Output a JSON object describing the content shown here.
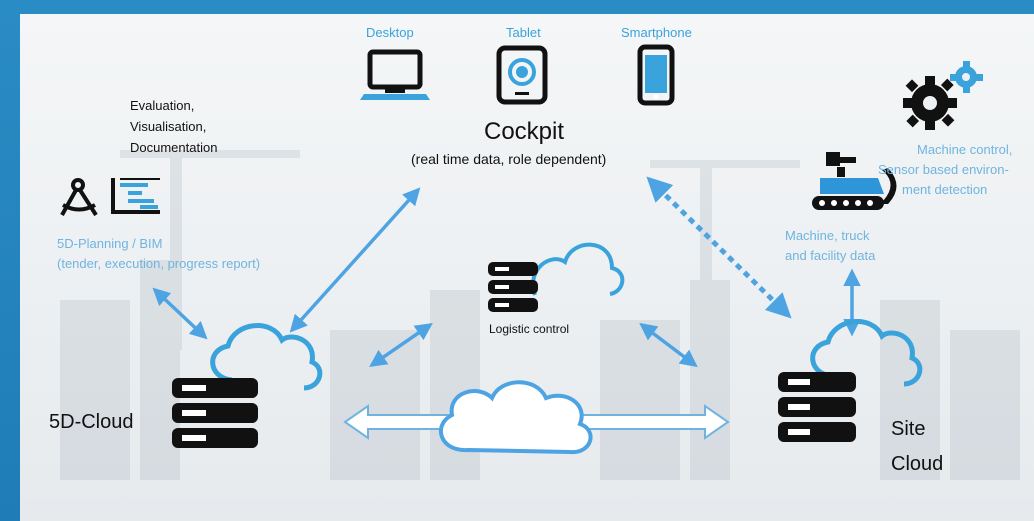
{
  "devices": {
    "desktop": "Desktop",
    "tablet": "Tablet",
    "smartphone": "Smartphone"
  },
  "cockpit": {
    "title": "Cockpit",
    "subtitle": "(real time data, role dependent)"
  },
  "evaluation": {
    "line1": "Evaluation,",
    "line2": "Visualisation,",
    "line3": "Documentation"
  },
  "planning": {
    "line1": "5D-Planning / BIM",
    "line2": "(tender, execution, progress report)"
  },
  "machine_control": {
    "line1": "Machine control,",
    "line2": "Sensor based environ-",
    "line3": "ment detection"
  },
  "machine_data": {
    "line1": "Machine, truck",
    "line2": "and facility data"
  },
  "logistic": {
    "label": "Logistic control"
  },
  "cloud_5d": {
    "label": "5D-Cloud"
  },
  "site_cloud": {
    "line1": "Site",
    "line2": "Cloud"
  },
  "colors": {
    "accent_blue": "#2e95d8",
    "label_blue": "#3aa3dc",
    "arrow_blue": "#5aa9e6",
    "icon_dark": "#111111"
  }
}
